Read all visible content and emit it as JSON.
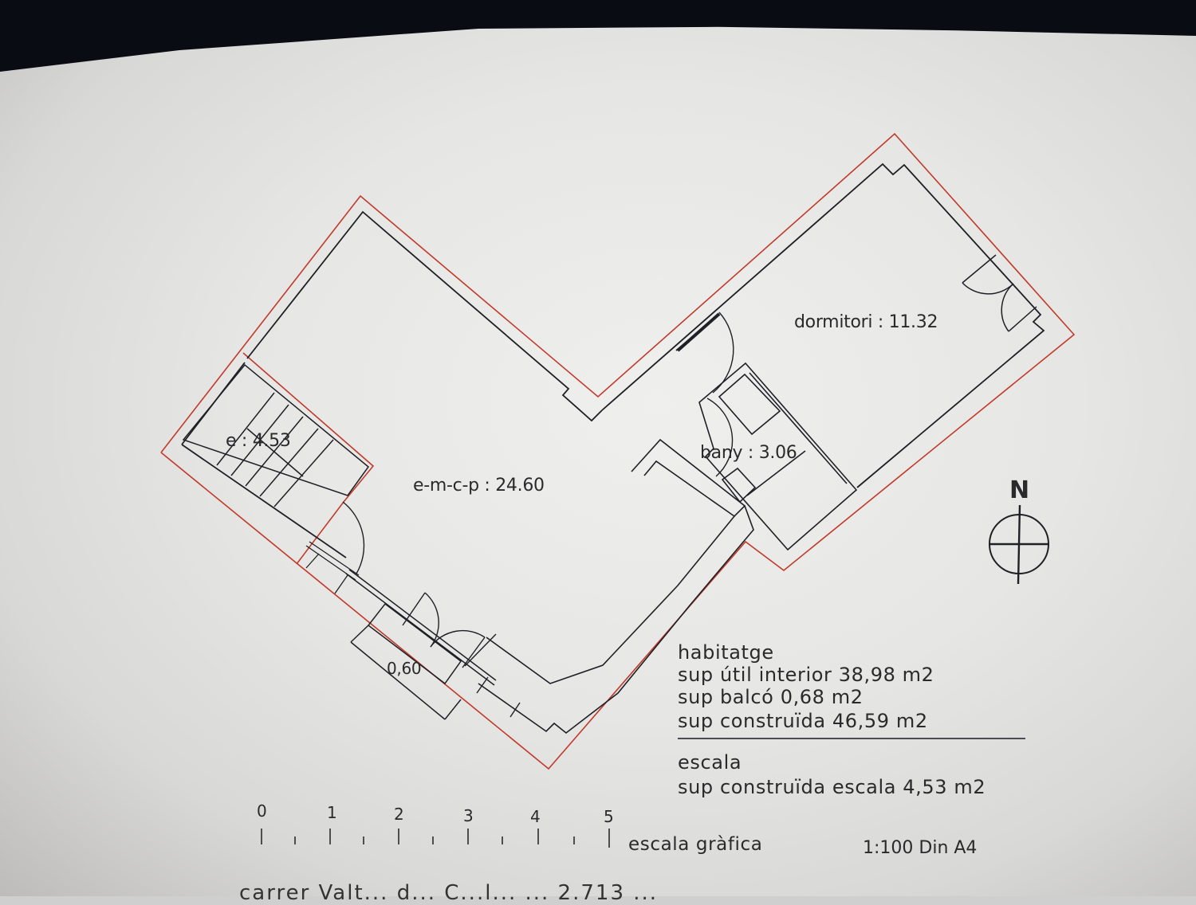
{
  "rooms": {
    "living": {
      "label": "e-m-c-p : 24.60"
    },
    "bedroom": {
      "label": "dormitori : 11.32"
    },
    "bathroom": {
      "label": "bany : 3.06"
    },
    "stairs": {
      "label": "e : 4.53"
    },
    "balcony": {
      "label": "0,60"
    }
  },
  "legend": {
    "section_housing": "habitatge",
    "interior_area": "sup útil interior 38,98 m2",
    "balcony_area": "sup balcó 0,68 m2",
    "built_area": "sup construïda 46,59 m2",
    "section_stairs": "escala",
    "stairs_built_area": "sup construïda escala 4,53 m2"
  },
  "scale_bar": {
    "ticks": [
      "0",
      "1",
      "2",
      "3",
      "4",
      "5"
    ],
    "label": "escala gràfica",
    "ratio": "1:100 Din A4"
  },
  "north_arrow": {
    "label": "N",
    "icon": "north-compass-icon"
  },
  "footer": {
    "partial_text": "carrer Valt... d... C...l...  ... 2.713 ..."
  },
  "colors": {
    "wall_line": "#1e2026",
    "outer_line": "#c23a2a",
    "text": "#2a2a2c",
    "paper": "#e8e8e6"
  }
}
